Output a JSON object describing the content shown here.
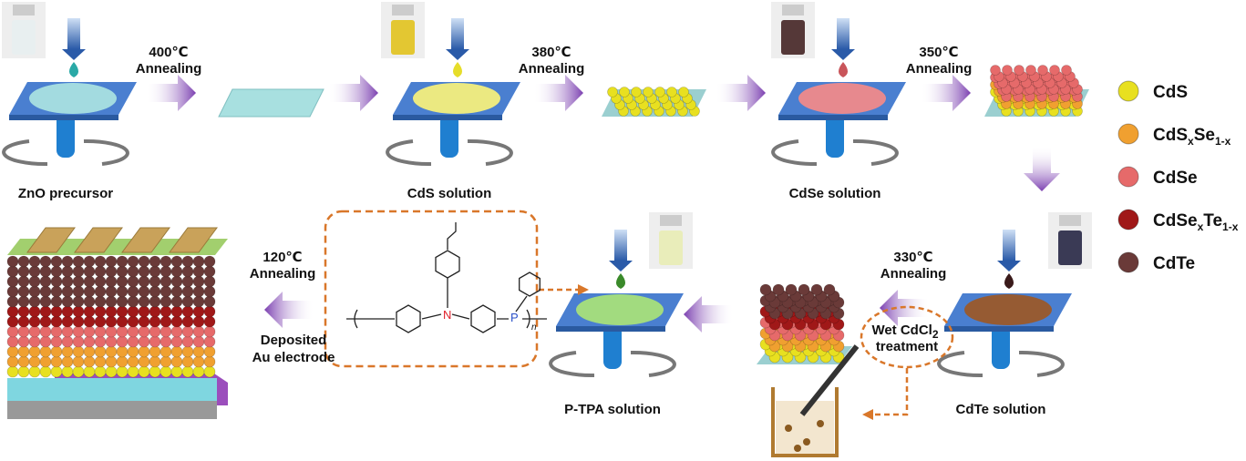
{
  "steps": {
    "zno": {
      "label": "ZnO precursor",
      "anneal_temp": "400℃",
      "anneal_word": "Annealing",
      "drop_color": "#2aa9a6",
      "film_color": "#a8e0e0"
    },
    "cds": {
      "label": "CdS solution",
      "anneal_temp": "380℃",
      "anneal_word": "Annealing",
      "drop_color": "#e6dd2a",
      "film_color": "#f3ef7c"
    },
    "cdse": {
      "label": "CdSe solution",
      "anneal_temp": "350℃",
      "anneal_word": "Annealing",
      "drop_color": "#c9555a",
      "film_color": "#ef8a8a"
    },
    "cdte": {
      "label": "CdTe solution",
      "anneal_temp": "330℃",
      "anneal_word": "Annealing",
      "drop_color": "#3a1a1a",
      "film_color": "#9a5a2a"
    },
    "ptpa": {
      "label": "P-TPA solution",
      "anneal_temp": "120℃",
      "anneal_word": "Annealing",
      "drop_color": "#3a8a2a",
      "film_color": "#a6e07a"
    }
  },
  "cdcl2": {
    "line1": "Wet CdCl",
    "sub": "2",
    "line2": "treatment"
  },
  "electrode": {
    "line1": "Deposited",
    "line2": "Au electrode"
  },
  "polymer": {
    "n_label": "n",
    "n_atom": "N",
    "p_atom": "P"
  },
  "legend": [
    {
      "base": "CdS",
      "sub1": "",
      "mid": "",
      "sub2": "",
      "color": "#e8e020"
    },
    {
      "base": "CdS",
      "sub1": "x",
      "mid": "Se",
      "sub2": "1-x",
      "color": "#f0a030"
    },
    {
      "base": "CdSe",
      "sub1": "",
      "mid": "",
      "sub2": "",
      "color": "#e66a6a"
    },
    {
      "base": "CdSe",
      "sub1": "x",
      "mid": "Te",
      "sub2": "1-x",
      "color": "#a01818"
    },
    {
      "base": "CdTe",
      "sub1": "",
      "mid": "",
      "sub2": "",
      "color": "#6a3a38"
    }
  ],
  "colors": {
    "arrow": "#8a4fb8",
    "substrate": "#4a7fd0",
    "dashed": "#d9772a",
    "coater": "#1f7fd0"
  }
}
